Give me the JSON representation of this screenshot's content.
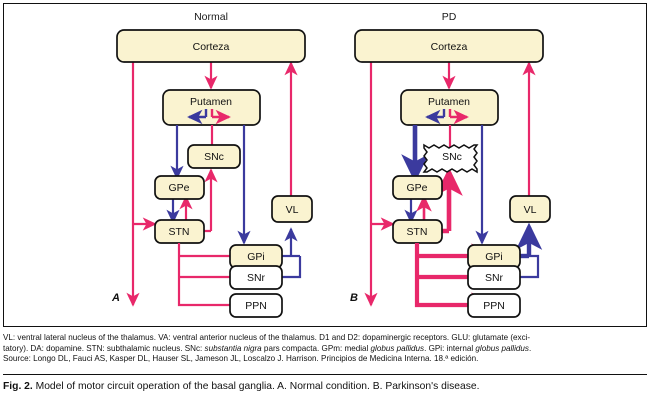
{
  "figure": {
    "panels": [
      {
        "id": "normal",
        "title": "Normal",
        "letter": "A",
        "nodes": {
          "cortex": "Corteza",
          "putamen": "Putamen",
          "snc": "SNc",
          "gpe": "GPe",
          "stn": "STN",
          "vl": "VL",
          "gpi": "GPi",
          "snr": "SNr",
          "ppn": "PPN"
        }
      },
      {
        "id": "pd",
        "title": "PD",
        "letter": "B",
        "nodes": {
          "cortex": "Corteza",
          "putamen": "Putamen",
          "snc": "SNc",
          "gpe": "GPe",
          "stn": "STN",
          "vl": "VL",
          "gpi": "GPi",
          "snr": "SNr",
          "ppn": "PPN"
        }
      }
    ],
    "colors": {
      "excitatory_red": "#e8286a",
      "inhibitory_blue": "#3b3a9e",
      "node_fill_cream": "#faf3d0",
      "node_fill_white": "#ffffff",
      "node_stroke": "#111111"
    }
  },
  "footnotes": {
    "line1_a": "VL: ventral lateral nucleus of the thalamus. VA: ventral anterior nucleus of the thalamus. D1 and D2: dopaminergic receptors. GLU: glutamate (exci-",
    "line2_a": "tatory). DA: dopamine. STN: subthalamic nucleus. SNc: ",
    "line2_i1": "substantia nigra",
    "line2_b": " pars compacta. GPm: medial ",
    "line2_i2": "globus pallidus",
    "line2_c": ". GPi: internal ",
    "line2_i3": "globus pallidus",
    "line2_d": ".",
    "line3": "Source: Longo DL, Fauci AS, Kasper DL, Hauser SL, Jameson JL, Loscalzo J. Harrison. Principios de Medicina Interna. 18.ª edición."
  },
  "caption": {
    "label": "Fig. 2.",
    "text": "Model of motor circuit operation of the basal ganglia. A. Normal condition. B. Parkinson's disease."
  }
}
